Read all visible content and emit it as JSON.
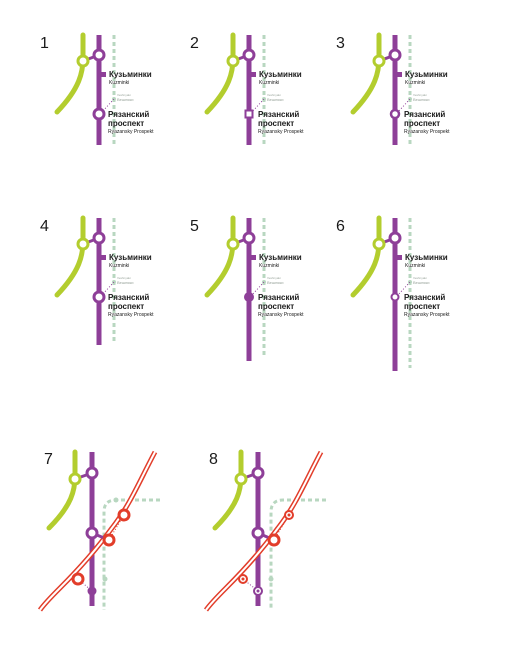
{
  "colors": {
    "purple": "#8e3f98",
    "green": "#b3cd2e",
    "red": "#e23d2a",
    "mcc": "#b8d7c0",
    "mcc_text": "#9aa59c",
    "text": "#1a1a1a"
  },
  "labels": {
    "kuzminki_ru": "Кузьминки",
    "kuzminki_en": "Kuzminki",
    "veshnyaki_ru_small": "Вешняки",
    "veshnyaki_en_small": "Veshnyaki",
    "ryazansky_ru_line1": "Рязанский",
    "ryazansky_ru_line2": "проспект",
    "ryazansky_en": "Ryazansky Prospekt"
  },
  "variants": [
    {
      "number": "1"
    },
    {
      "number": "2"
    },
    {
      "number": "3"
    },
    {
      "number": "4"
    },
    {
      "number": "5"
    },
    {
      "number": "6"
    },
    {
      "number": "7"
    },
    {
      "number": "8"
    }
  ]
}
